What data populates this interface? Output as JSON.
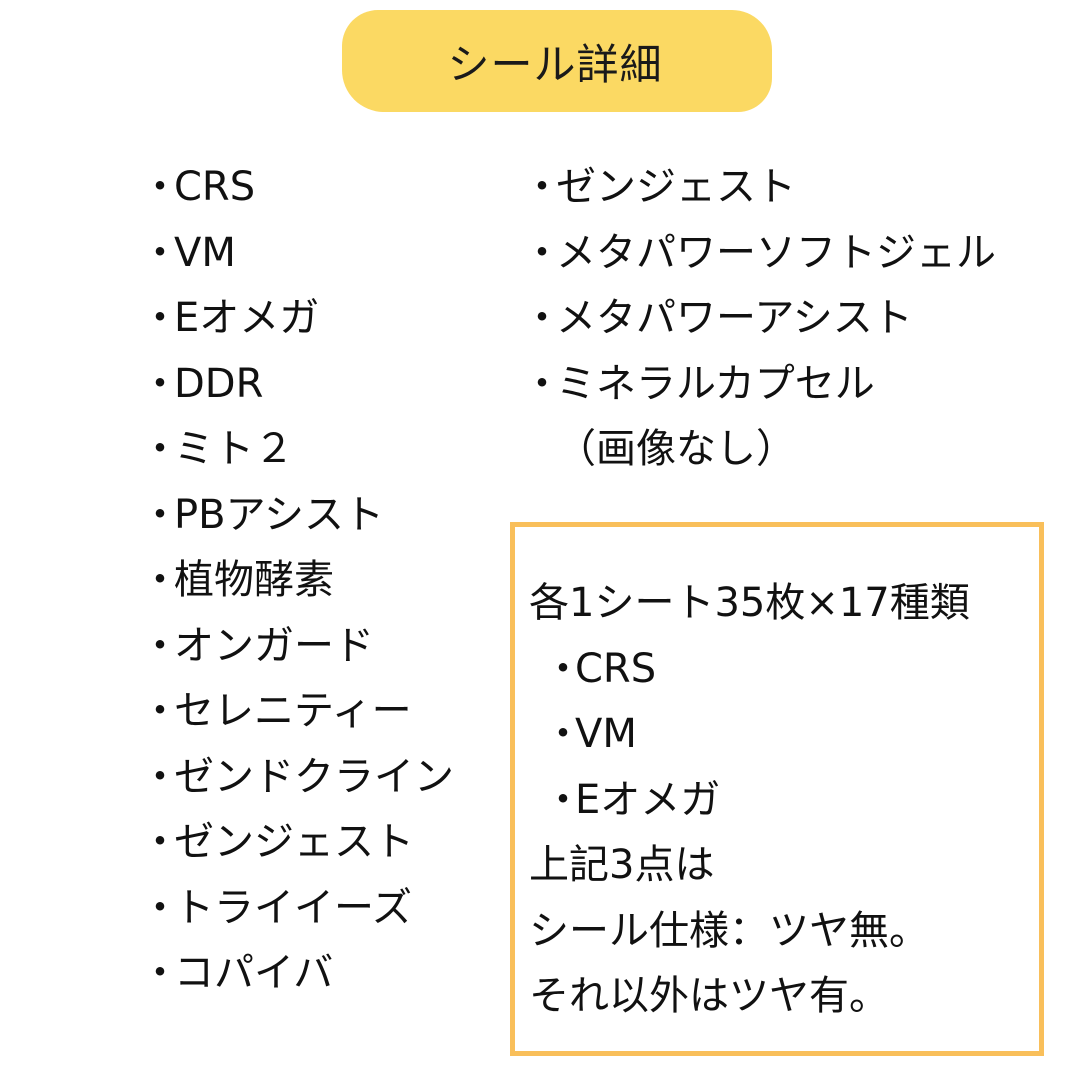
{
  "title": "シール詳細",
  "left_list": [
    "CRS",
    "VM",
    "Eオメガ",
    "DDR",
    "ミト２",
    "PBアシスト",
    "植物酵素",
    "オンガード",
    "セレニティー",
    "ゼンドクライン",
    "ゼンジェスト",
    "トライイーズ",
    "コパイバ"
  ],
  "right_list": [
    "ゼンジェスト",
    "メタパワーソフトジェル",
    "メタパワーアシスト",
    "ミネラルカプセル"
  ],
  "right_note": "（画像なし）",
  "bullet": "・",
  "info": {
    "heading": "各1シート35枚×17種類",
    "items": [
      "CRS",
      "VM",
      "Eオメガ"
    ],
    "line1": "上記3点は",
    "line2": "シール仕様：ツヤ無。",
    "line3": "それ以外はツヤ有。"
  }
}
